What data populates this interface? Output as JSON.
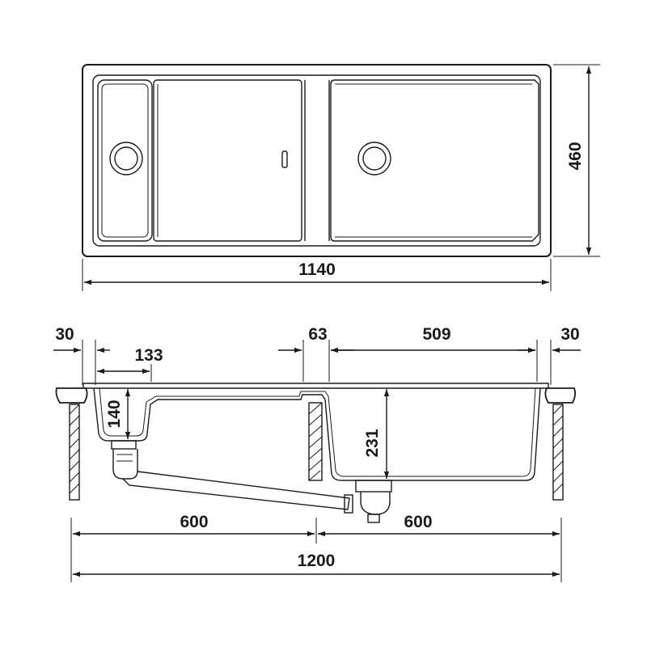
{
  "top_view": {
    "width_label": "1140",
    "depth_label": "460"
  },
  "section_view": {
    "edge_left_label": "30",
    "drainer_width_label": "133",
    "divider_label": "63",
    "bowl_width_label": "509",
    "edge_right_label": "30",
    "drainer_depth_label": "140",
    "bowl_depth_label": "231",
    "cabinet_left_label": "600",
    "cabinet_right_label": "600",
    "cabinet_total_label": "1200"
  },
  "colors": {
    "line": "#1a1a1a",
    "background": "#ffffff"
  }
}
